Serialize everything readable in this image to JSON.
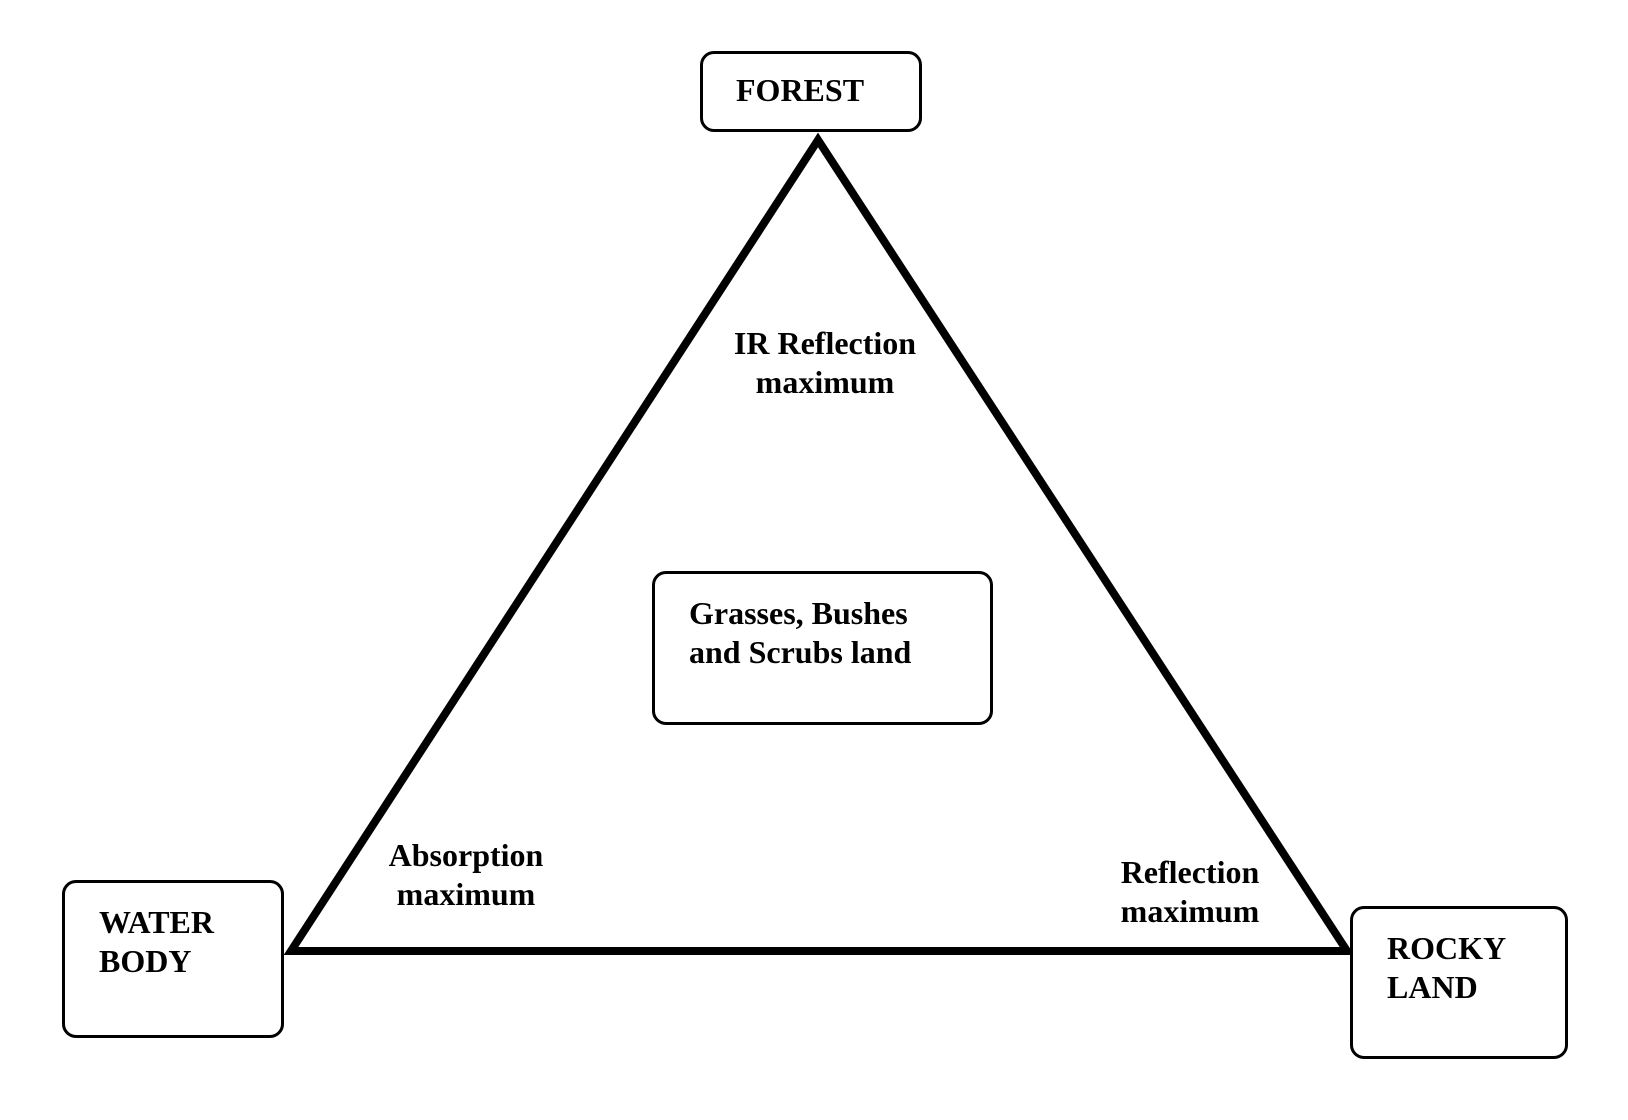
{
  "nodes": {
    "forest": {
      "line1": "FOREST"
    },
    "water_body": {
      "line1": "WATER",
      "line2": "BODY"
    },
    "rocky_land": {
      "line1": "ROCKY",
      "line2": "LAND"
    },
    "center": {
      "line1": "Grasses, Bushes",
      "line2": "and Scrubs land"
    }
  },
  "annotations": {
    "ir_reflection": {
      "line1": "IR Reflection",
      "line2": "maximum"
    },
    "absorption": {
      "line1": "Absorption",
      "line2": "maximum"
    },
    "reflection": {
      "line1": "Reflection",
      "line2": "maximum"
    }
  },
  "colors": {
    "stroke": "#000000",
    "background": "#ffffff"
  }
}
